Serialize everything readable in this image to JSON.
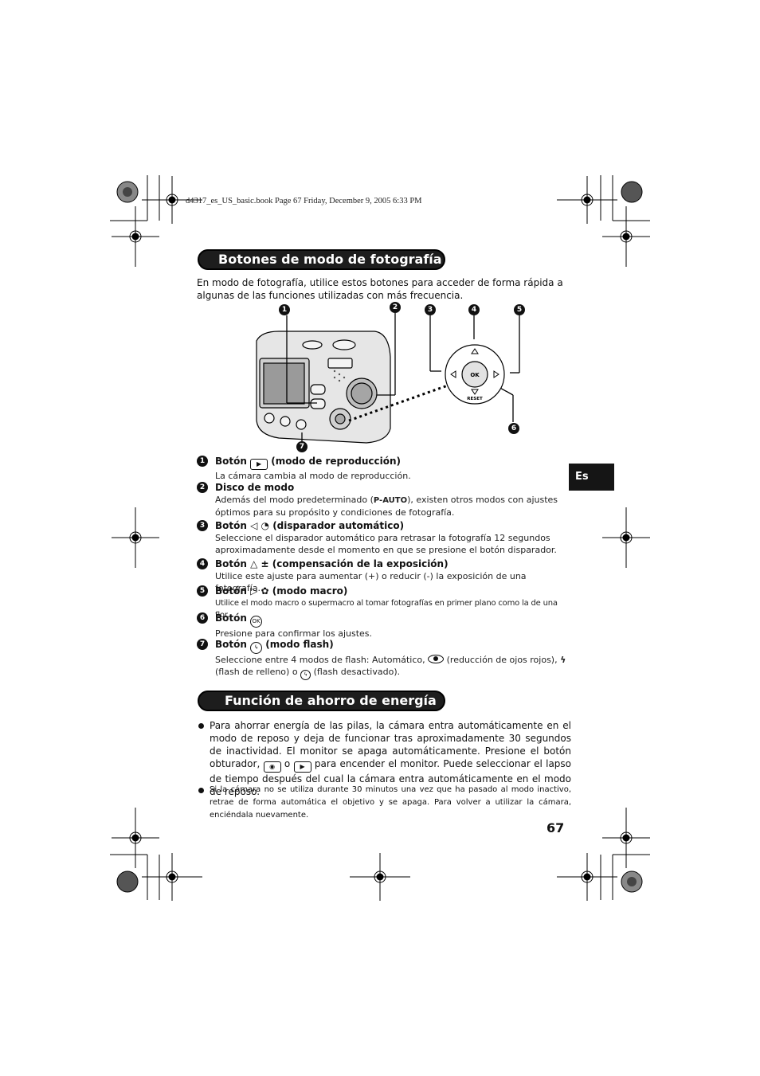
{
  "header": {
    "file_line": "d4317_es_US_basic.book  Page 67  Friday, December 9, 2005  6:33 PM"
  },
  "section1": {
    "title": "Botones de modo de fotografía",
    "intro": "En modo de fotografía, utilice estos botones para acceder de forma rápida a algunas de las funciones utilizadas con más frecuencia."
  },
  "figure": {
    "callouts": [
      "1",
      "2",
      "3",
      "4",
      "5",
      "6",
      "7"
    ],
    "ok_label": "OK",
    "reset_label": "RESET"
  },
  "items": [
    {
      "num": "1",
      "title_pre": "Botón",
      "icon": "play-icon",
      "icon_text": "▶",
      "title_post": "(modo de reproducción)",
      "desc": "La cámara cambia al modo de reproducción."
    },
    {
      "num": "2",
      "title": "Disco de modo",
      "desc_pre": "Además del modo predeterminado (",
      "desc_icon": "P-AUTO",
      "desc_post": "), existen otros modos con ajustes óptimos para su propósito y condiciones de fotografía."
    },
    {
      "num": "3",
      "title_pre": "Botón",
      "icon": "self-timer-icon",
      "icon_text": "◁ ◔",
      "title_post": "(disparador automático)",
      "desc": "Seleccione el disparador automático para retrasar la fotografía 12 segundos aproximadamente desde el momento en que se presione el botón disparador."
    },
    {
      "num": "4",
      "title_pre": "Botón",
      "icon": "exposure-icon",
      "icon_text": "△ ±",
      "title_post": "(compensación de la exposición)",
      "desc": "Utilice este ajuste para aumentar (+) o reducir (-) la exposición de una fotografía."
    },
    {
      "num": "5",
      "title_pre": "Botón",
      "icon": "macro-icon",
      "icon_text": "▷ ✿",
      "title_post": "(modo macro)",
      "desc": "Utilice el modo macro o supermacro al tomar fotografías en primer plano como la de una flor."
    },
    {
      "num": "6",
      "title_pre": "Botón",
      "icon": "ok-icon",
      "icon_text": "OK",
      "title_post": "",
      "desc": "Presione para confirmar los ajustes."
    },
    {
      "num": "7",
      "title_pre": "Botón",
      "icon": "flash-icon",
      "icon_text": "ϟ",
      "title_post": "(modo flash)",
      "desc_pre": "Seleccione entre 4 modos de flash: Automático,",
      "desc_mid": "(reducción de ojos rojos),",
      "desc_mid2": "(flash de relleno) o",
      "desc_post": "(flash desactivado)."
    }
  ],
  "section2": {
    "title": "Función de ahorro de energía",
    "bullet1_pre": "Para ahorrar energía de las pilas, la cámara entra automáticamente en el modo de reposo y deja de funcionar tras aproximadamente 30 segundos de inactividad. El monitor se apaga automáticamente. Presione el botón obturador,",
    "bullet1_or": "o",
    "bullet1_post": "para encender el monitor. Puede seleccionar el lapso de tiempo después del cual la cámara entra automáticamente en el modo de reposo.",
    "bullet2": "Si la cámara no se utiliza durante 30 minutos una vez que ha pasado al modo inactivo, retrae de forma automática el objetivo y se apaga. Para volver a utilizar la cámara, enciéndala nuevamente."
  },
  "language_tab": "Es",
  "page_number": "67"
}
